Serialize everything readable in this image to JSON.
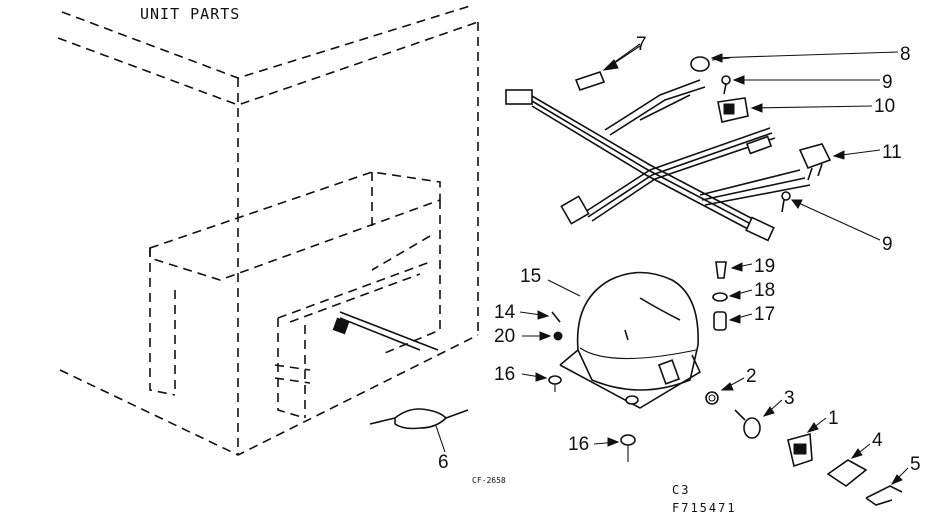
{
  "title": "UNIT PARTS",
  "figure_code": "CF-2658",
  "section": "C3",
  "drawing_number": "F715471",
  "callouts": [
    "1",
    "2",
    "3",
    "4",
    "5",
    "6",
    "7",
    "8",
    "9",
    "9",
    "10",
    "11",
    "14",
    "15",
    "16",
    "16",
    "17",
    "18",
    "19",
    "20"
  ]
}
